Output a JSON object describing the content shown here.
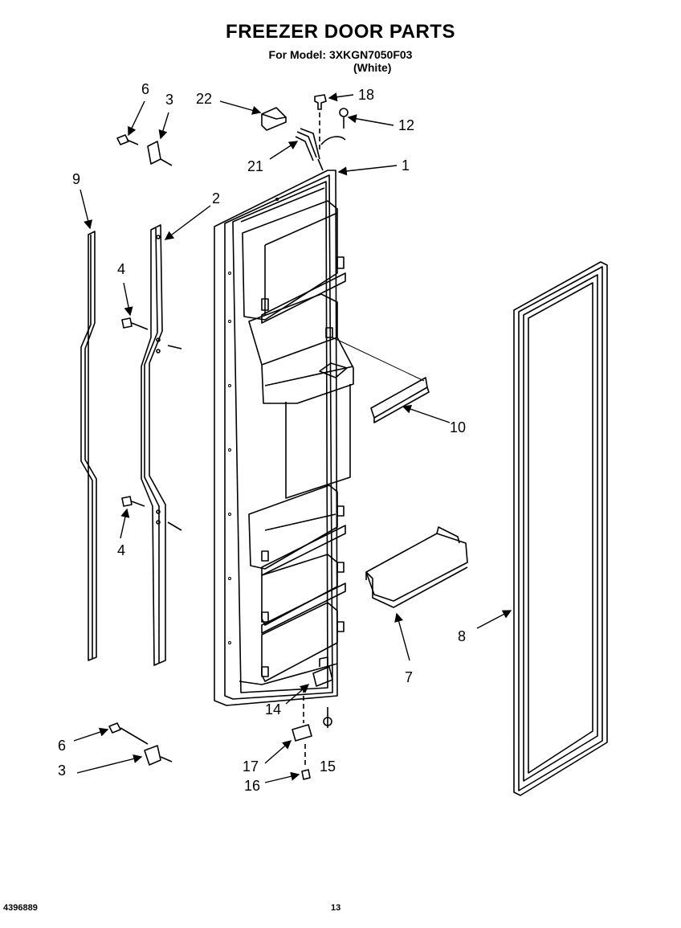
{
  "header": {
    "title": "FREEZER DOOR PARTS",
    "model_line": "For Model: 3XKGN7050F03",
    "variant": "(White)"
  },
  "callouts": [
    "6",
    "3",
    "22",
    "18",
    "12",
    "21",
    "1",
    "9",
    "2",
    "4",
    "10",
    "4",
    "7",
    "8",
    "14",
    "6",
    "3",
    "17",
    "15",
    "16"
  ],
  "footer": {
    "doc_number": "4396889",
    "page_number": "13"
  }
}
